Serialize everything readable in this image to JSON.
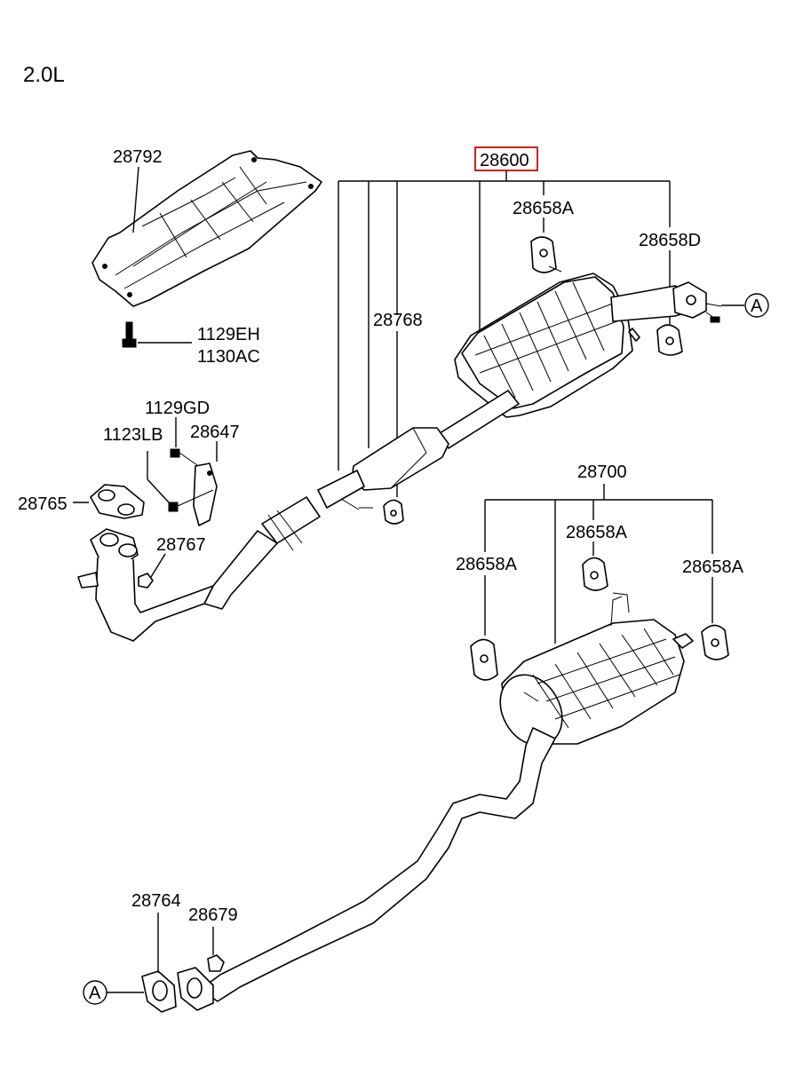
{
  "engine_label": "2.0L",
  "highlight_color": "#d32020",
  "parts": {
    "p28792": "28792",
    "p1129EH": "1129EH",
    "p1130AC": "1130AC",
    "p1129GD": "1129GD",
    "p1123LB": "1123LB",
    "p28647": "28647",
    "p28765": "28765",
    "p28767": "28767",
    "p28600": "28600",
    "p28658A_top": "28658A",
    "p28658D": "28658D",
    "p28768": "28768",
    "p28700": "28700",
    "p28658A_mid": "28658A",
    "p28658A_left": "28658A",
    "p28658A_right": "28658A",
    "p28764": "28764",
    "p28679": "28679"
  },
  "connectors": {
    "a_right": "A",
    "a_left": "A"
  }
}
